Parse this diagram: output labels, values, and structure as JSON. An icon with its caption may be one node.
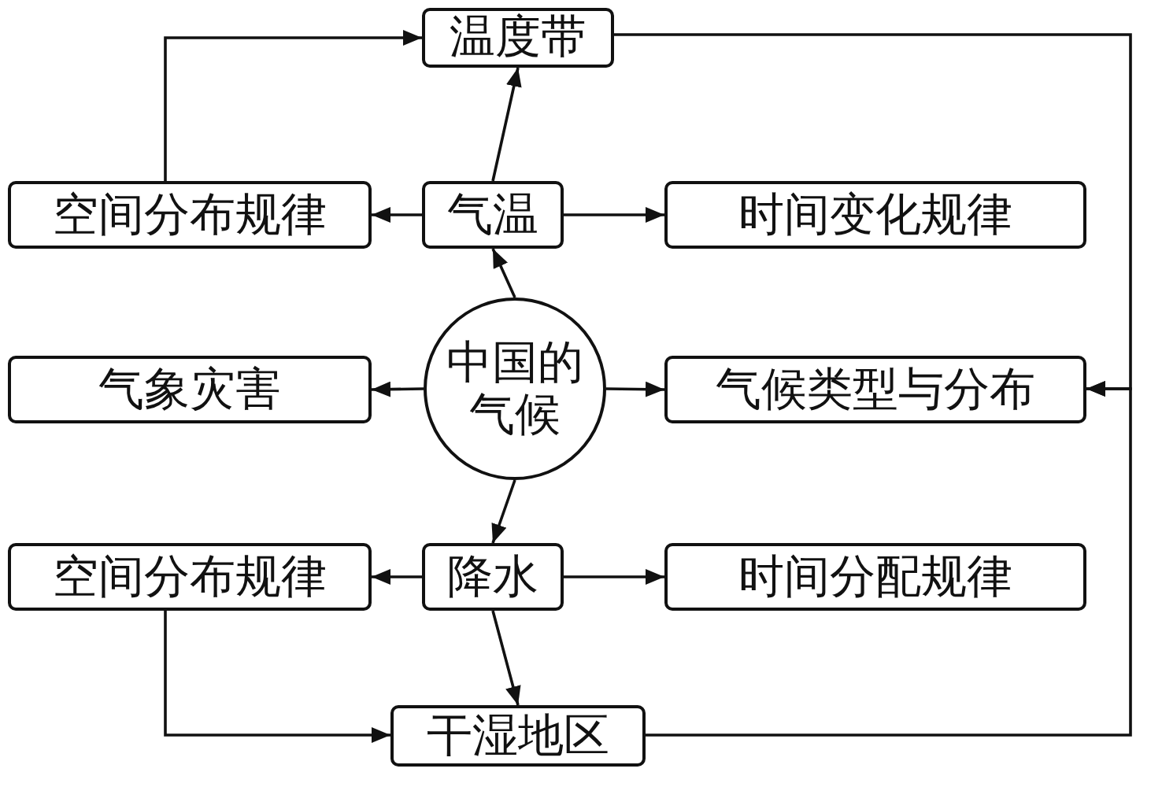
{
  "diagram": {
    "nodes": [
      {
        "text": [
          "温度带"
        ]
      },
      {
        "text": [
          "空间分布规律"
        ]
      },
      {
        "text": [
          "气温"
        ]
      },
      {
        "text": [
          "时间变化规律"
        ]
      },
      {
        "text": [
          "中国的气候"
        ]
      },
      {
        "text": [
          "气象灾害"
        ]
      },
      {
        "text": [
          "气候类型与分布"
        ]
      },
      {
        "text": [
          "空间分布规律"
        ]
      },
      {
        "text": [
          "降水"
        ]
      },
      {
        "text": [
          "时间分配规律"
        ]
      },
      {
        "text": [
          "干湿地区"
        ]
      }
    ],
    "edges": [
      {
        "from": 4,
        "to": 2,
        "arrow": "to"
      },
      {
        "from": 2,
        "to": 0,
        "arrow": "to"
      },
      {
        "from": 2,
        "to": 1,
        "arrow": "to"
      },
      {
        "from": 2,
        "to": 3,
        "arrow": "to"
      },
      {
        "from": 1,
        "to": 0,
        "arrow": "to"
      },
      {
        "from": 4,
        "to": 5,
        "arrow": "to"
      },
      {
        "from": 4,
        "to": 6,
        "arrow": "to"
      },
      {
        "from": 4,
        "to": 8,
        "arrow": "to"
      },
      {
        "from": 8,
        "to": 7,
        "arrow": "to"
      },
      {
        "from": 8,
        "to": 9,
        "arrow": "to"
      },
      {
        "from": 8,
        "to": 10,
        "arrow": "to"
      },
      {
        "from": 7,
        "to": 10,
        "arrow": "to"
      },
      {
        "from": 0,
        "to": 6,
        "arrow": "to"
      },
      {
        "from": 10,
        "to": 6,
        "arrow": "to"
      }
    ]
  }
}
